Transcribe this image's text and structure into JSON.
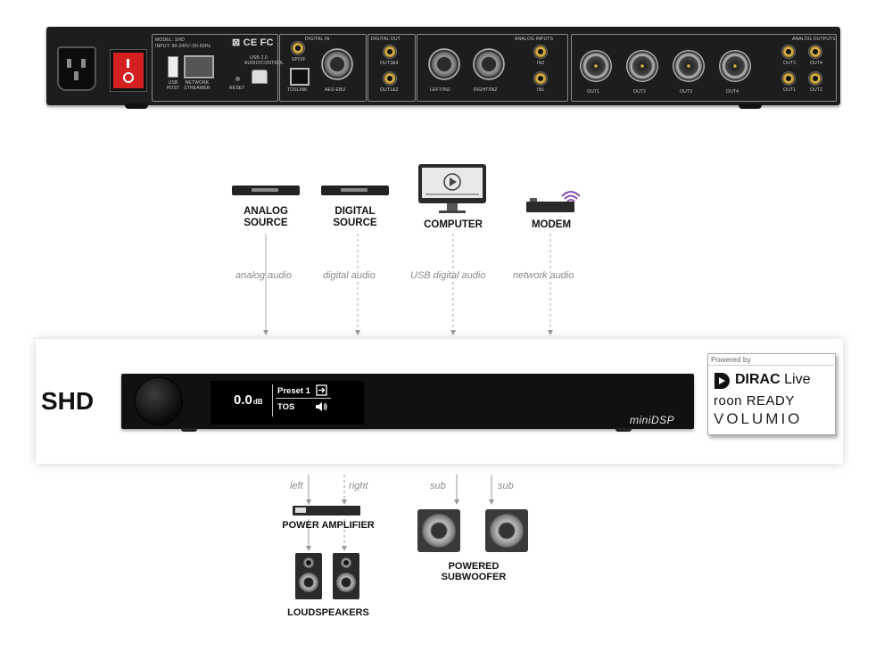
{
  "rear_panel": {
    "model": "MODEL: SHD",
    "input": "INPUT: 90-240V~50-60Hz",
    "certs": "⊠ CE FC",
    "usb_host": "USB HOST",
    "network_streamer": "NETWORK STREAMER",
    "reset": "RESET",
    "usb_control": "USB 2.0 AUDIO/CONTROL",
    "digital_in": "DIGITAL IN",
    "spdif": "SPDIF",
    "toslink": "TOSLINK",
    "aes_ebu": "AES-EBU",
    "digital_out": "DIGITAL OUT",
    "out_3_4": "OUT3&4",
    "out_1_2": "OUT1&2",
    "analog_inputs": "ANALOG INPUTS",
    "left_in": "LEFT/IN1",
    "right_in": "RIGHT/IN2",
    "in2": "IN2",
    "in1": "IN1",
    "analog_outputs": "ANALOG OUTPUTS",
    "out1": "OUT1",
    "out2": "OUT2",
    "out3": "OUT3",
    "out4": "OUT4"
  },
  "sources": [
    {
      "label": "ANALOG\nSOURCE",
      "flow": "analog audio"
    },
    {
      "label": "DIGITAL\nSOURCE",
      "flow": "digital audio"
    },
    {
      "label": "COMPUTER",
      "flow": "USB digital audio"
    },
    {
      "label": "MODEM",
      "flow": "network audio"
    }
  ],
  "device": {
    "name": "SHD",
    "volume": "0.0",
    "volume_unit": "dB",
    "preset": "Preset 1",
    "input": "TOS",
    "brand": "miniDSP"
  },
  "powered_by": {
    "title": "Powered by",
    "dirac_bold": "DIRAC",
    "dirac_rest": "Live",
    "roon": "roon READY",
    "volumio": "VOLUMIO"
  },
  "outputs": {
    "left": "left",
    "right": "right",
    "sub1": "sub",
    "sub2": "sub",
    "power_amplifier": "POWER AMPLIFIER",
    "loudspeakers": "LOUDSPEAKERS",
    "powered_subwoofer": "POWERED\nSUBWOOFER"
  },
  "colors": {
    "accent_red": "#d42020",
    "gold": "#d4b04a",
    "flow_text": "#8a8a8a"
  }
}
